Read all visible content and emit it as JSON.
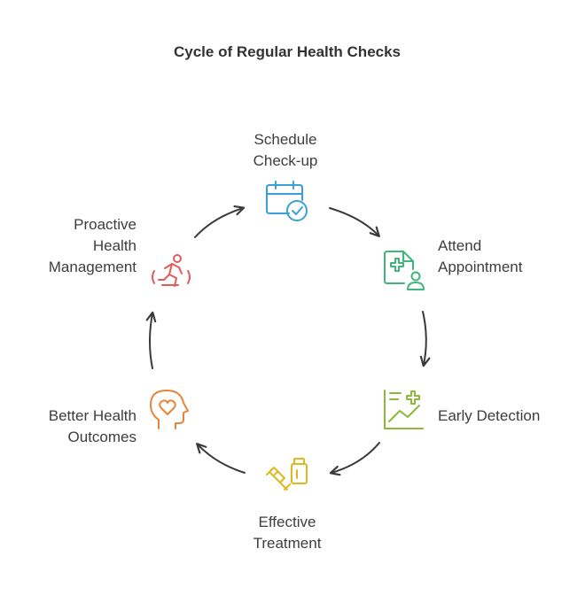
{
  "title": "Cycle of Regular Health Checks",
  "steps": [
    {
      "id": "schedule",
      "lines": [
        "Schedule",
        "Check-up"
      ],
      "icon": "calendar-check-icon",
      "color": "#3aa0d8"
    },
    {
      "id": "attend",
      "lines": [
        "Attend",
        "Appointment"
      ],
      "icon": "medical-record-person-icon",
      "color": "#3fb77a"
    },
    {
      "id": "early",
      "lines": [
        "Early Detection"
      ],
      "icon": "chart-plus-icon",
      "color": "#8db83a"
    },
    {
      "id": "effective",
      "lines": [
        "Effective",
        "Treatment"
      ],
      "icon": "syringe-vial-icon",
      "color": "#e0b81e"
    },
    {
      "id": "better",
      "lines": [
        "Better Health",
        "Outcomes"
      ],
      "icon": "head-heart-icon",
      "color": "#e8853a"
    },
    {
      "id": "proactive",
      "lines": [
        "Proactive",
        "Health",
        "Management"
      ],
      "icon": "running-person-icon",
      "color": "#e35a5a"
    }
  ],
  "arrow_color": "#3a3a3a"
}
